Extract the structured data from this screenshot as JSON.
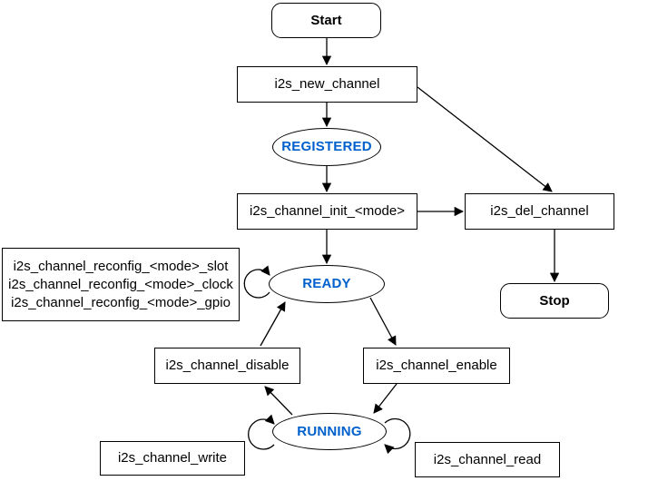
{
  "nodes": {
    "start": "Start",
    "new_channel": "i2s_new_channel",
    "registered": "REGISTERED",
    "init": "i2s_channel_init_<mode>",
    "del_channel": "i2s_del_channel",
    "stop": "Stop",
    "reconfig_lines": [
      "i2s_channel_reconfig_<mode>_slot",
      "i2s_channel_reconfig_<mode>_clock",
      "i2s_channel_reconfig_<mode>_gpio"
    ],
    "ready": "READY",
    "disable": "i2s_channel_disable",
    "enable": "i2s_channel_enable",
    "running": "RUNNING",
    "write": "i2s_channel_write",
    "read": "i2s_channel_read"
  },
  "colors": {
    "state_text": "#0060cc",
    "stroke": "#000000",
    "background": "#ffffff"
  }
}
